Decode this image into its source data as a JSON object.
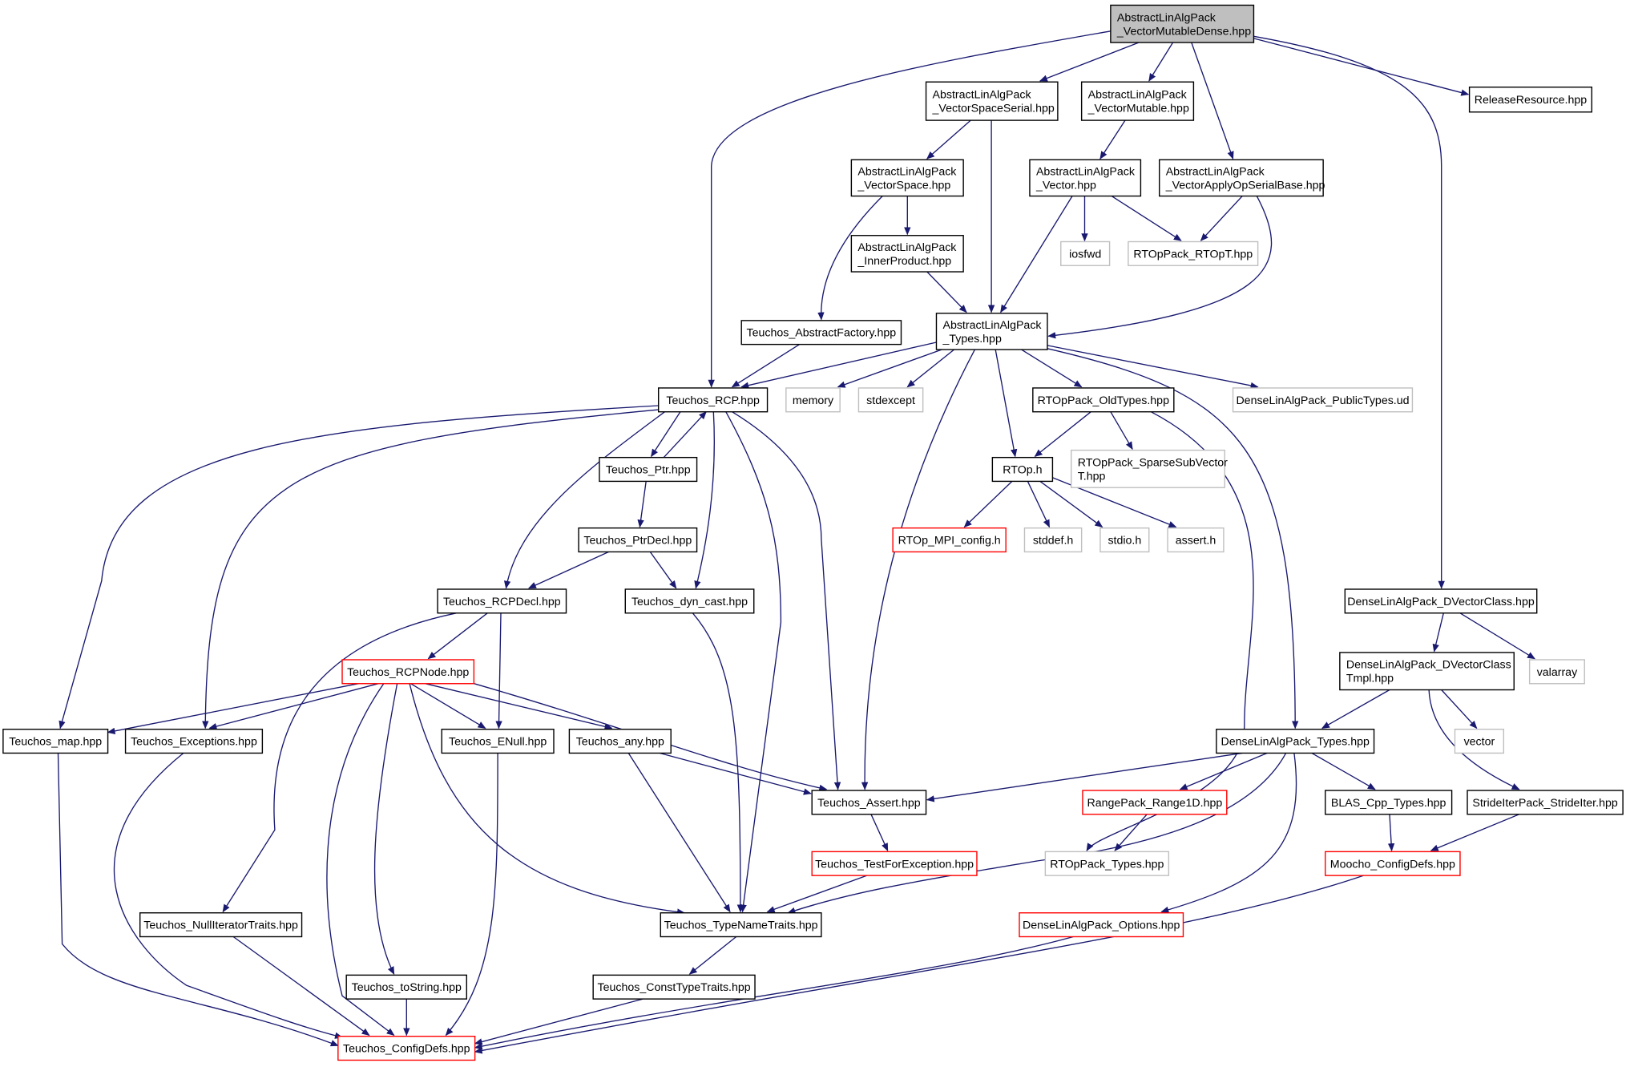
{
  "colors": {
    "root_fill": "#bfbfbf",
    "box_border_normal": "#000000",
    "box_border_truncated": "#ff0000",
    "box_border_external": "#bfbfbf",
    "box_fill": "#ffffff",
    "edge": "#191970"
  },
  "nodes": [
    {
      "id": "n_root",
      "lines": [
        "AbstractLinAlgPack",
        "_VectorMutableDense.hpp"
      ],
      "kind": "root"
    },
    {
      "id": "n_vss",
      "lines": [
        "AbstractLinAlgPack",
        "_VectorSpaceSerial.hpp"
      ],
      "kind": "normal"
    },
    {
      "id": "n_vm",
      "lines": [
        "AbstractLinAlgPack",
        "_VectorMutable.hpp"
      ],
      "kind": "normal"
    },
    {
      "id": "n_relres",
      "lines": [
        "ReleaseResource.hpp"
      ],
      "kind": "normal"
    },
    {
      "id": "n_vs",
      "lines": [
        "AbstractLinAlgPack",
        "_VectorSpace.hpp"
      ],
      "kind": "normal"
    },
    {
      "id": "n_vec",
      "lines": [
        "AbstractLinAlgPack",
        "_Vector.hpp"
      ],
      "kind": "normal"
    },
    {
      "id": "n_vaosb",
      "lines": [
        "AbstractLinAlgPack",
        "_VectorApplyOpSerialBase.hpp"
      ],
      "kind": "normal"
    },
    {
      "id": "n_ip",
      "lines": [
        "AbstractLinAlgPack",
        "_InnerProduct.hpp"
      ],
      "kind": "normal"
    },
    {
      "id": "n_iosfwd",
      "lines": [
        "iosfwd"
      ],
      "kind": "external"
    },
    {
      "id": "n_rtopt",
      "lines": [
        "RTOpPack_RTOpT.hpp"
      ],
      "kind": "external"
    },
    {
      "id": "n_absfact",
      "lines": [
        "Teuchos_AbstractFactory.hpp"
      ],
      "kind": "normal"
    },
    {
      "id": "n_types",
      "lines": [
        "AbstractLinAlgPack",
        "_Types.hpp"
      ],
      "kind": "normal"
    },
    {
      "id": "n_rcp",
      "lines": [
        "Teuchos_RCP.hpp"
      ],
      "kind": "normal"
    },
    {
      "id": "n_memory",
      "lines": [
        "memory"
      ],
      "kind": "external"
    },
    {
      "id": "n_stdexcept",
      "lines": [
        "stdexcept"
      ],
      "kind": "external"
    },
    {
      "id": "n_oldtypes",
      "lines": [
        "RTOpPack_OldTypes.hpp"
      ],
      "kind": "normal"
    },
    {
      "id": "n_dlapt",
      "lines": [
        "DenseLinAlgPack_PublicTypes.ud"
      ],
      "kind": "external"
    },
    {
      "id": "n_ptr",
      "lines": [
        "Teuchos_Ptr.hpp"
      ],
      "kind": "normal"
    },
    {
      "id": "n_rtoph",
      "lines": [
        "RTOp.h"
      ],
      "kind": "normal"
    },
    {
      "id": "n_sparse",
      "lines": [
        "RTOpPack_SparseSubVector",
        "T.hpp"
      ],
      "kind": "external"
    },
    {
      "id": "n_ptrdecl",
      "lines": [
        "Teuchos_PtrDecl.hpp"
      ],
      "kind": "normal"
    },
    {
      "id": "n_mpicfg",
      "lines": [
        "RTOp_MPI_config.h"
      ],
      "kind": "truncated"
    },
    {
      "id": "n_stddef",
      "lines": [
        "stddef.h"
      ],
      "kind": "external"
    },
    {
      "id": "n_stdio",
      "lines": [
        "stdio.h"
      ],
      "kind": "external"
    },
    {
      "id": "n_assert",
      "lines": [
        "assert.h"
      ],
      "kind": "external"
    },
    {
      "id": "n_rcpdecl",
      "lines": [
        "Teuchos_RCPDecl.hpp"
      ],
      "kind": "normal"
    },
    {
      "id": "n_dyncast",
      "lines": [
        "Teuchos_dyn_cast.hpp"
      ],
      "kind": "normal"
    },
    {
      "id": "n_dvc",
      "lines": [
        "DenseLinAlgPack_DVectorClass.hpp"
      ],
      "kind": "normal"
    },
    {
      "id": "n_rcpnode",
      "lines": [
        "Teuchos_RCPNode.hpp"
      ],
      "kind": "truncated"
    },
    {
      "id": "n_dvct",
      "lines": [
        "DenseLinAlgPack_DVectorClass",
        "Tmpl.hpp"
      ],
      "kind": "normal"
    },
    {
      "id": "n_valarray",
      "lines": [
        "valarray"
      ],
      "kind": "external"
    },
    {
      "id": "n_map",
      "lines": [
        "Teuchos_map.hpp"
      ],
      "kind": "normal"
    },
    {
      "id": "n_exc",
      "lines": [
        "Teuchos_Exceptions.hpp"
      ],
      "kind": "normal"
    },
    {
      "id": "n_enull",
      "lines": [
        "Teuchos_ENull.hpp"
      ],
      "kind": "normal"
    },
    {
      "id": "n_any",
      "lines": [
        "Teuchos_any.hpp"
      ],
      "kind": "normal"
    },
    {
      "id": "n_dlatypes",
      "lines": [
        "DenseLinAlgPack_Types.hpp"
      ],
      "kind": "normal"
    },
    {
      "id": "n_vector",
      "lines": [
        "vector"
      ],
      "kind": "external"
    },
    {
      "id": "n_tassert",
      "lines": [
        "Teuchos_Assert.hpp"
      ],
      "kind": "normal"
    },
    {
      "id": "n_range",
      "lines": [
        "RangePack_Range1D.hpp"
      ],
      "kind": "truncated"
    },
    {
      "id": "n_blas",
      "lines": [
        "BLAS_Cpp_Types.hpp"
      ],
      "kind": "normal"
    },
    {
      "id": "n_stride",
      "lines": [
        "StrideIterPack_StrideIter.hpp"
      ],
      "kind": "normal"
    },
    {
      "id": "n_tfe",
      "lines": [
        "Teuchos_TestForException.hpp"
      ],
      "kind": "truncated"
    },
    {
      "id": "n_rtoptypes",
      "lines": [
        "RTOpPack_Types.hpp"
      ],
      "kind": "external"
    },
    {
      "id": "n_moocfg",
      "lines": [
        "Moocho_ConfigDefs.hpp"
      ],
      "kind": "truncated"
    },
    {
      "id": "n_nullit",
      "lines": [
        "Teuchos_NullIteratorTraits.hpp"
      ],
      "kind": "normal"
    },
    {
      "id": "n_tnt",
      "lines": [
        "Teuchos_TypeNameTraits.hpp"
      ],
      "kind": "normal"
    },
    {
      "id": "n_dlaopt",
      "lines": [
        "DenseLinAlgPack_Options.hpp"
      ],
      "kind": "truncated"
    },
    {
      "id": "n_tostr",
      "lines": [
        "Teuchos_toString.hpp"
      ],
      "kind": "normal"
    },
    {
      "id": "n_ctt",
      "lines": [
        "Teuchos_ConstTypeTraits.hpp"
      ],
      "kind": "normal"
    },
    {
      "id": "n_cfgdefs",
      "lines": [
        "Teuchos_ConfigDefs.hpp"
      ],
      "kind": "truncated"
    }
  ]
}
